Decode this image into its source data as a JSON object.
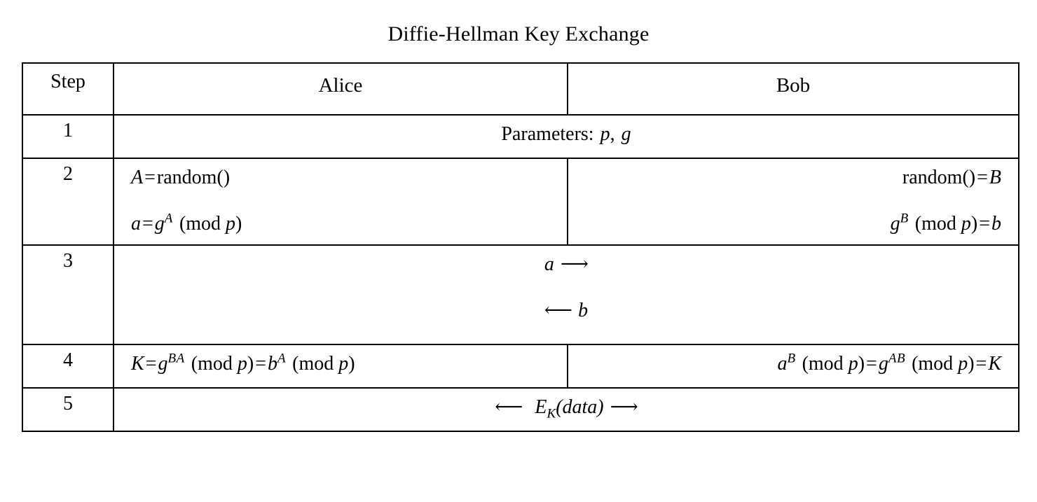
{
  "title": "Diffie-Hellman Key Exchange",
  "table": {
    "headers": {
      "step": "Step",
      "alice": "Alice",
      "bob": "Bob"
    },
    "rows": [
      {
        "step": "1",
        "span": true,
        "align": "center",
        "lines": [
          {
            "text": "Parameters: p, g",
            "parts": [
              {
                "t": "Parameters:",
                "k": "mr"
              },
              {
                "t": " ",
                "k": "sp"
              },
              {
                "t": "p",
                "k": "mi"
              },
              {
                "t": ",",
                "k": "mr"
              },
              {
                "t": " ",
                "k": "sp"
              },
              {
                "t": "g",
                "k": "mi"
              }
            ]
          }
        ]
      },
      {
        "step": "2",
        "span": false,
        "alice_align": "left",
        "bob_align": "right",
        "alice_lines": [
          {
            "text": "A = random()",
            "parts": [
              {
                "t": "A",
                "k": "mi"
              },
              {
                "t": "=",
                "k": "mo"
              },
              {
                "t": "random()",
                "k": "mr"
              }
            ]
          },
          {
            "text": "a = g^A (mod p)",
            "parts": [
              {
                "t": "a",
                "k": "mi"
              },
              {
                "t": "=",
                "k": "mo"
              },
              {
                "t": "g",
                "k": "mi"
              },
              {
                "t": "A",
                "k": "sup"
              },
              {
                "t": " ",
                "k": "sp"
              },
              {
                "t": "(mod ",
                "k": "mr"
              },
              {
                "t": "p",
                "k": "mi"
              },
              {
                "t": ")",
                "k": "mr"
              }
            ]
          }
        ],
        "bob_lines": [
          {
            "text": "random() = B",
            "parts": [
              {
                "t": "random()",
                "k": "mr"
              },
              {
                "t": "=",
                "k": "mo"
              },
              {
                "t": "B",
                "k": "mi"
              }
            ]
          },
          {
            "text": "g^B (mod p) = b",
            "parts": [
              {
                "t": "g",
                "k": "mi"
              },
              {
                "t": "B",
                "k": "sup"
              },
              {
                "t": " ",
                "k": "sp"
              },
              {
                "t": "(mod ",
                "k": "mr"
              },
              {
                "t": "p",
                "k": "mi"
              },
              {
                "t": ")",
                "k": "mr"
              },
              {
                "t": "=",
                "k": "mo"
              },
              {
                "t": "b",
                "k": "mi"
              }
            ]
          }
        ]
      },
      {
        "step": "3",
        "span": true,
        "align": "center",
        "lines": [
          {
            "text": "a ⟶",
            "parts": [
              {
                "t": "a",
                "k": "mi"
              },
              {
                "t": " ",
                "k": "sp"
              },
              {
                "t": "⟶",
                "k": "arrow"
              }
            ]
          },
          {
            "text": "⟵ b",
            "parts": [
              {
                "t": "⟵",
                "k": "arrow"
              },
              {
                "t": " ",
                "k": "sp"
              },
              {
                "t": "b",
                "k": "mi"
              }
            ]
          }
        ]
      },
      {
        "step": "4",
        "span": false,
        "alice_align": "left",
        "bob_align": "right",
        "alice_lines": [
          {
            "text": "K = g^BA (mod p) = b^A (mod p)",
            "parts": [
              {
                "t": "K",
                "k": "mi"
              },
              {
                "t": "=",
                "k": "mo"
              },
              {
                "t": "g",
                "k": "mi"
              },
              {
                "t": "BA",
                "k": "sup"
              },
              {
                "t": " ",
                "k": "sp"
              },
              {
                "t": "(mod ",
                "k": "mr"
              },
              {
                "t": "p",
                "k": "mi"
              },
              {
                "t": ")",
                "k": "mr"
              },
              {
                "t": "=",
                "k": "mo"
              },
              {
                "t": "b",
                "k": "mi"
              },
              {
                "t": "A",
                "k": "sup"
              },
              {
                "t": " ",
                "k": "sp"
              },
              {
                "t": "(mod ",
                "k": "mr"
              },
              {
                "t": "p",
                "k": "mi"
              },
              {
                "t": ")",
                "k": "mr"
              }
            ]
          }
        ],
        "bob_lines": [
          {
            "text": "a^B (mod p) = g^AB (mod p) = K",
            "parts": [
              {
                "t": "a",
                "k": "mi"
              },
              {
                "t": "B",
                "k": "sup"
              },
              {
                "t": " ",
                "k": "sp"
              },
              {
                "t": "(mod ",
                "k": "mr"
              },
              {
                "t": "p",
                "k": "mi"
              },
              {
                "t": ")",
                "k": "mr"
              },
              {
                "t": "=",
                "k": "mo"
              },
              {
                "t": "g",
                "k": "mi"
              },
              {
                "t": "AB",
                "k": "sup"
              },
              {
                "t": " ",
                "k": "sp"
              },
              {
                "t": "(mod ",
                "k": "mr"
              },
              {
                "t": "p",
                "k": "mi"
              },
              {
                "t": ")",
                "k": "mr"
              },
              {
                "t": "=",
                "k": "mo"
              },
              {
                "t": "K",
                "k": "mi"
              }
            ]
          }
        ]
      },
      {
        "step": "5",
        "span": true,
        "align": "center",
        "lines": [
          {
            "text": "⟵ E_K(data) ⟶",
            "parts": [
              {
                "t": "⟵",
                "k": "arrow"
              },
              {
                "t": " ",
                "k": "sp"
              },
              {
                "t": " ",
                "k": "sp"
              },
              {
                "t": "E",
                "k": "mi"
              },
              {
                "t": "K",
                "k": "sub"
              },
              {
                "t": "(",
                "k": "mi"
              },
              {
                "t": "data",
                "k": "mi"
              },
              {
                "t": ")",
                "k": "mi"
              },
              {
                "t": " ",
                "k": "sp"
              },
              {
                "t": "⟶",
                "k": "arrow"
              }
            ]
          }
        ]
      }
    ]
  }
}
